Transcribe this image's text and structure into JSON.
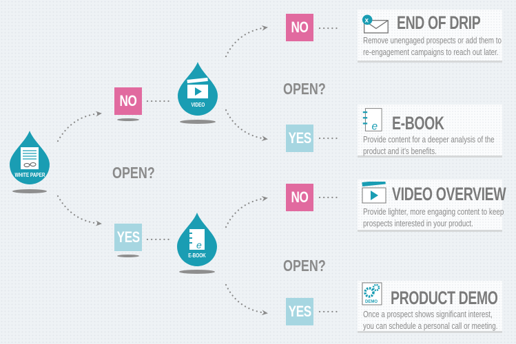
{
  "colors": {
    "teal": "#1a9db3",
    "no": "#e16a9f",
    "yes": "#a6d6e1",
    "text": "#7a7a7a"
  },
  "start": {
    "label": "WHITE PAPER",
    "icon": "document-glasses-icon"
  },
  "level1": {
    "question": "OPEN?",
    "no_label": "NO",
    "yes_label": "YES",
    "no_asset": {
      "label": "VIDEO",
      "icon": "video-clapper-icon"
    },
    "yes_asset": {
      "label": "E-BOOK",
      "icon": "ebook-icon"
    }
  },
  "level2": {
    "video_question": "OPEN?",
    "ebook_question": "OPEN?",
    "video_no": "NO",
    "video_yes": "YES",
    "ebook_no": "NO",
    "ebook_yes": "YES"
  },
  "outcomes": [
    {
      "title": "END OF DRIP",
      "icon": "envelope-x-icon",
      "description": "Remove unengaged prospects or add them to re-engagement campaigns to reach out later."
    },
    {
      "title": "E-BOOK",
      "icon": "ebook-icon",
      "description": "Provide content for a deeper analysis of the product and it’s benefits."
    },
    {
      "title": "VIDEO OVERVIEW",
      "icon": "video-clapper-icon",
      "description": "Provide lighter, more engaging content to keep prospects interested in your product."
    },
    {
      "title": "PRODUCT DEMO",
      "icon": "gears-demo-icon",
      "icon_text": "DEMO",
      "description": "Once a prospect shows significant interest, you can schedule a personal call or meeting."
    }
  ]
}
